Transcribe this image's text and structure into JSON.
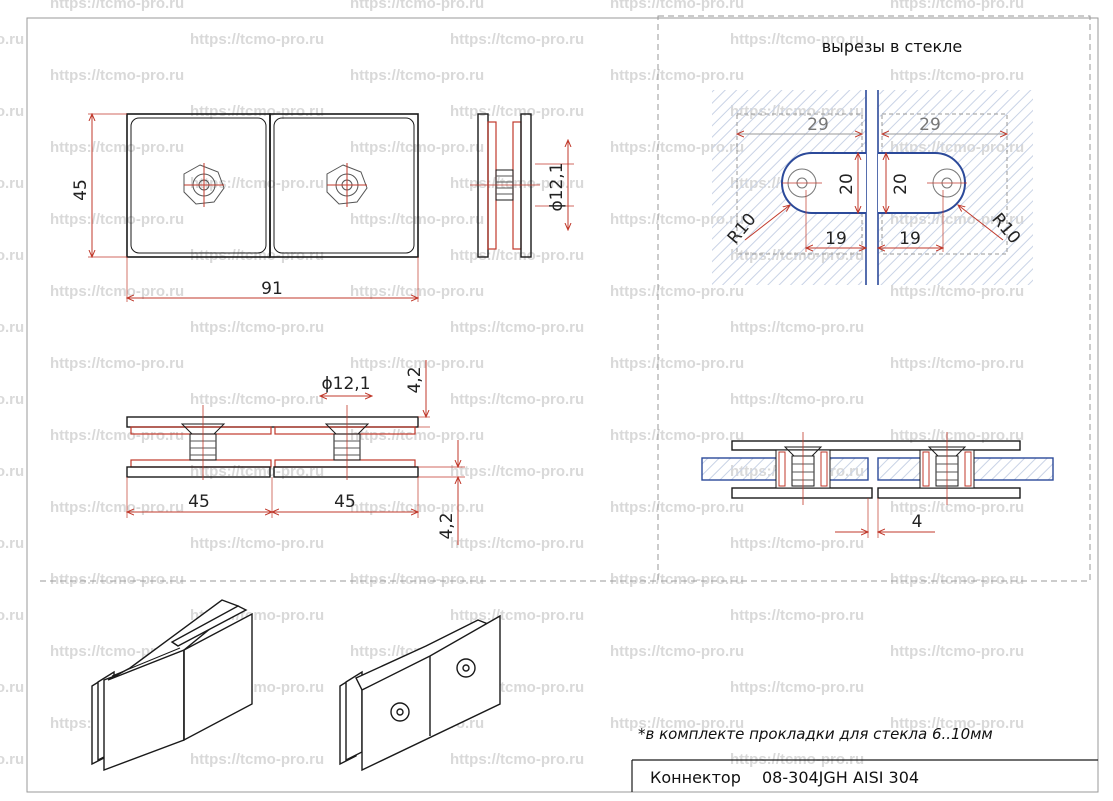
{
  "watermark": "https://tcmo-pro.ru",
  "cutout_title": "вырезы в стекле",
  "dims": {
    "height_45": "45",
    "width_91": "91",
    "dia_side": "ϕ12,1",
    "dia_section": "ϕ12,1",
    "thick_top": "4,2",
    "thick_bottom": "4,2",
    "half_left": "45",
    "half_right": "45",
    "cut_29_left": "29",
    "cut_29_right": "29",
    "cut_20_left": "20",
    "cut_20_right": "20",
    "cut_19_left": "19",
    "cut_19_right": "19",
    "r10_left": "R10",
    "r10_right": "R10",
    "gap_4": "4"
  },
  "note": "*в комплекте прокладки для стекла 6..10мм",
  "title_block": {
    "name": "Коннектор",
    "code": "08-304JGH AISI 304"
  },
  "colors": {
    "line": "#1a1a1a",
    "accent_red": "#c0392b",
    "glass_blue": "#2c4a9a",
    "hatch": "#c9d3e6",
    "watermark": "#d9d9d9",
    "frame": "#9a9a9a"
  }
}
